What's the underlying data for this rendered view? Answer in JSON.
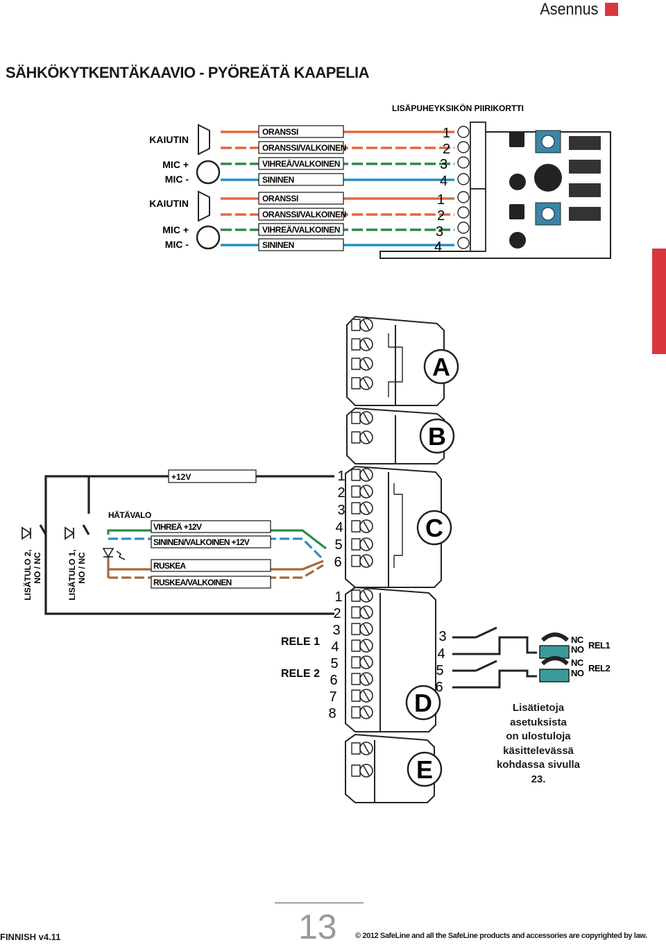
{
  "header": {
    "section": "Asennus"
  },
  "title": "SÄHKÖKYTKENTÄKAAVIO - PYÖREÄTÄ KAAPELIA",
  "top_board": {
    "board_label": "LISÄPUHEYKSIKÖN PIIRIKORTTI",
    "device_labels": [
      "KAIUTIN",
      "MIC +",
      "MIC -",
      "KAIUTIN",
      "MIC +",
      "MIC -"
    ],
    "wires": [
      "ORANSSI",
      "ORANSSI/VALKOINEN",
      "VIHREÄ/VALKOINEN",
      "SININEN",
      "ORANSSI",
      "ORANSSI/VALKOINEN",
      "VIHREÄ/VALKOINEN",
      "SININEN"
    ],
    "terminal_numbers": [
      "1",
      "2",
      "3",
      "4",
      "1",
      "2",
      "3",
      "4"
    ]
  },
  "connectors": {
    "letters": [
      "A",
      "B",
      "C",
      "D",
      "E"
    ],
    "c_numbers": [
      "1",
      "2",
      "3",
      "4",
      "5",
      "6"
    ],
    "d_numbers": [
      "1",
      "2",
      "3",
      "4",
      "5",
      "6",
      "7",
      "8"
    ],
    "relay_numbers": [
      "3",
      "4",
      "5",
      "6"
    ]
  },
  "left_wiring": {
    "plus12": "+12V",
    "hatavalo": "HÄTÄVALO",
    "wires": [
      "VIHREÄ +12V",
      "SININEN/VALKOINEN +12V",
      "RUSKEA",
      "RUSKEA/VALKOINEN"
    ],
    "input2": [
      "LISÄTULO 2,",
      "NO / NC"
    ],
    "input1": [
      "LISÄTULO 1,",
      "NO / NC"
    ]
  },
  "relays": {
    "rele1": "RELE 1",
    "rele2": "RELE 2",
    "jumper_labels": [
      "NC",
      "NO",
      "REL1",
      "NC",
      "NO",
      "REL2"
    ]
  },
  "note": [
    "Lisätietoja",
    "asetuksista",
    "on ulostuloja",
    "käsittelevässä",
    "kohdassa sivulla",
    "23."
  ],
  "footer": {
    "language": "FINNISH v4.11",
    "page": "13",
    "copyright": "© 2012 SafeLine and all the SafeLine products and accessories are copyrighted by law."
  },
  "colors": {
    "accent": "#d9363e",
    "orange": "#e06a3c",
    "green": "#2f8a44",
    "blue": "#2a8fc0",
    "brown": "#a8683a",
    "jumper": "#3a9a9a"
  }
}
